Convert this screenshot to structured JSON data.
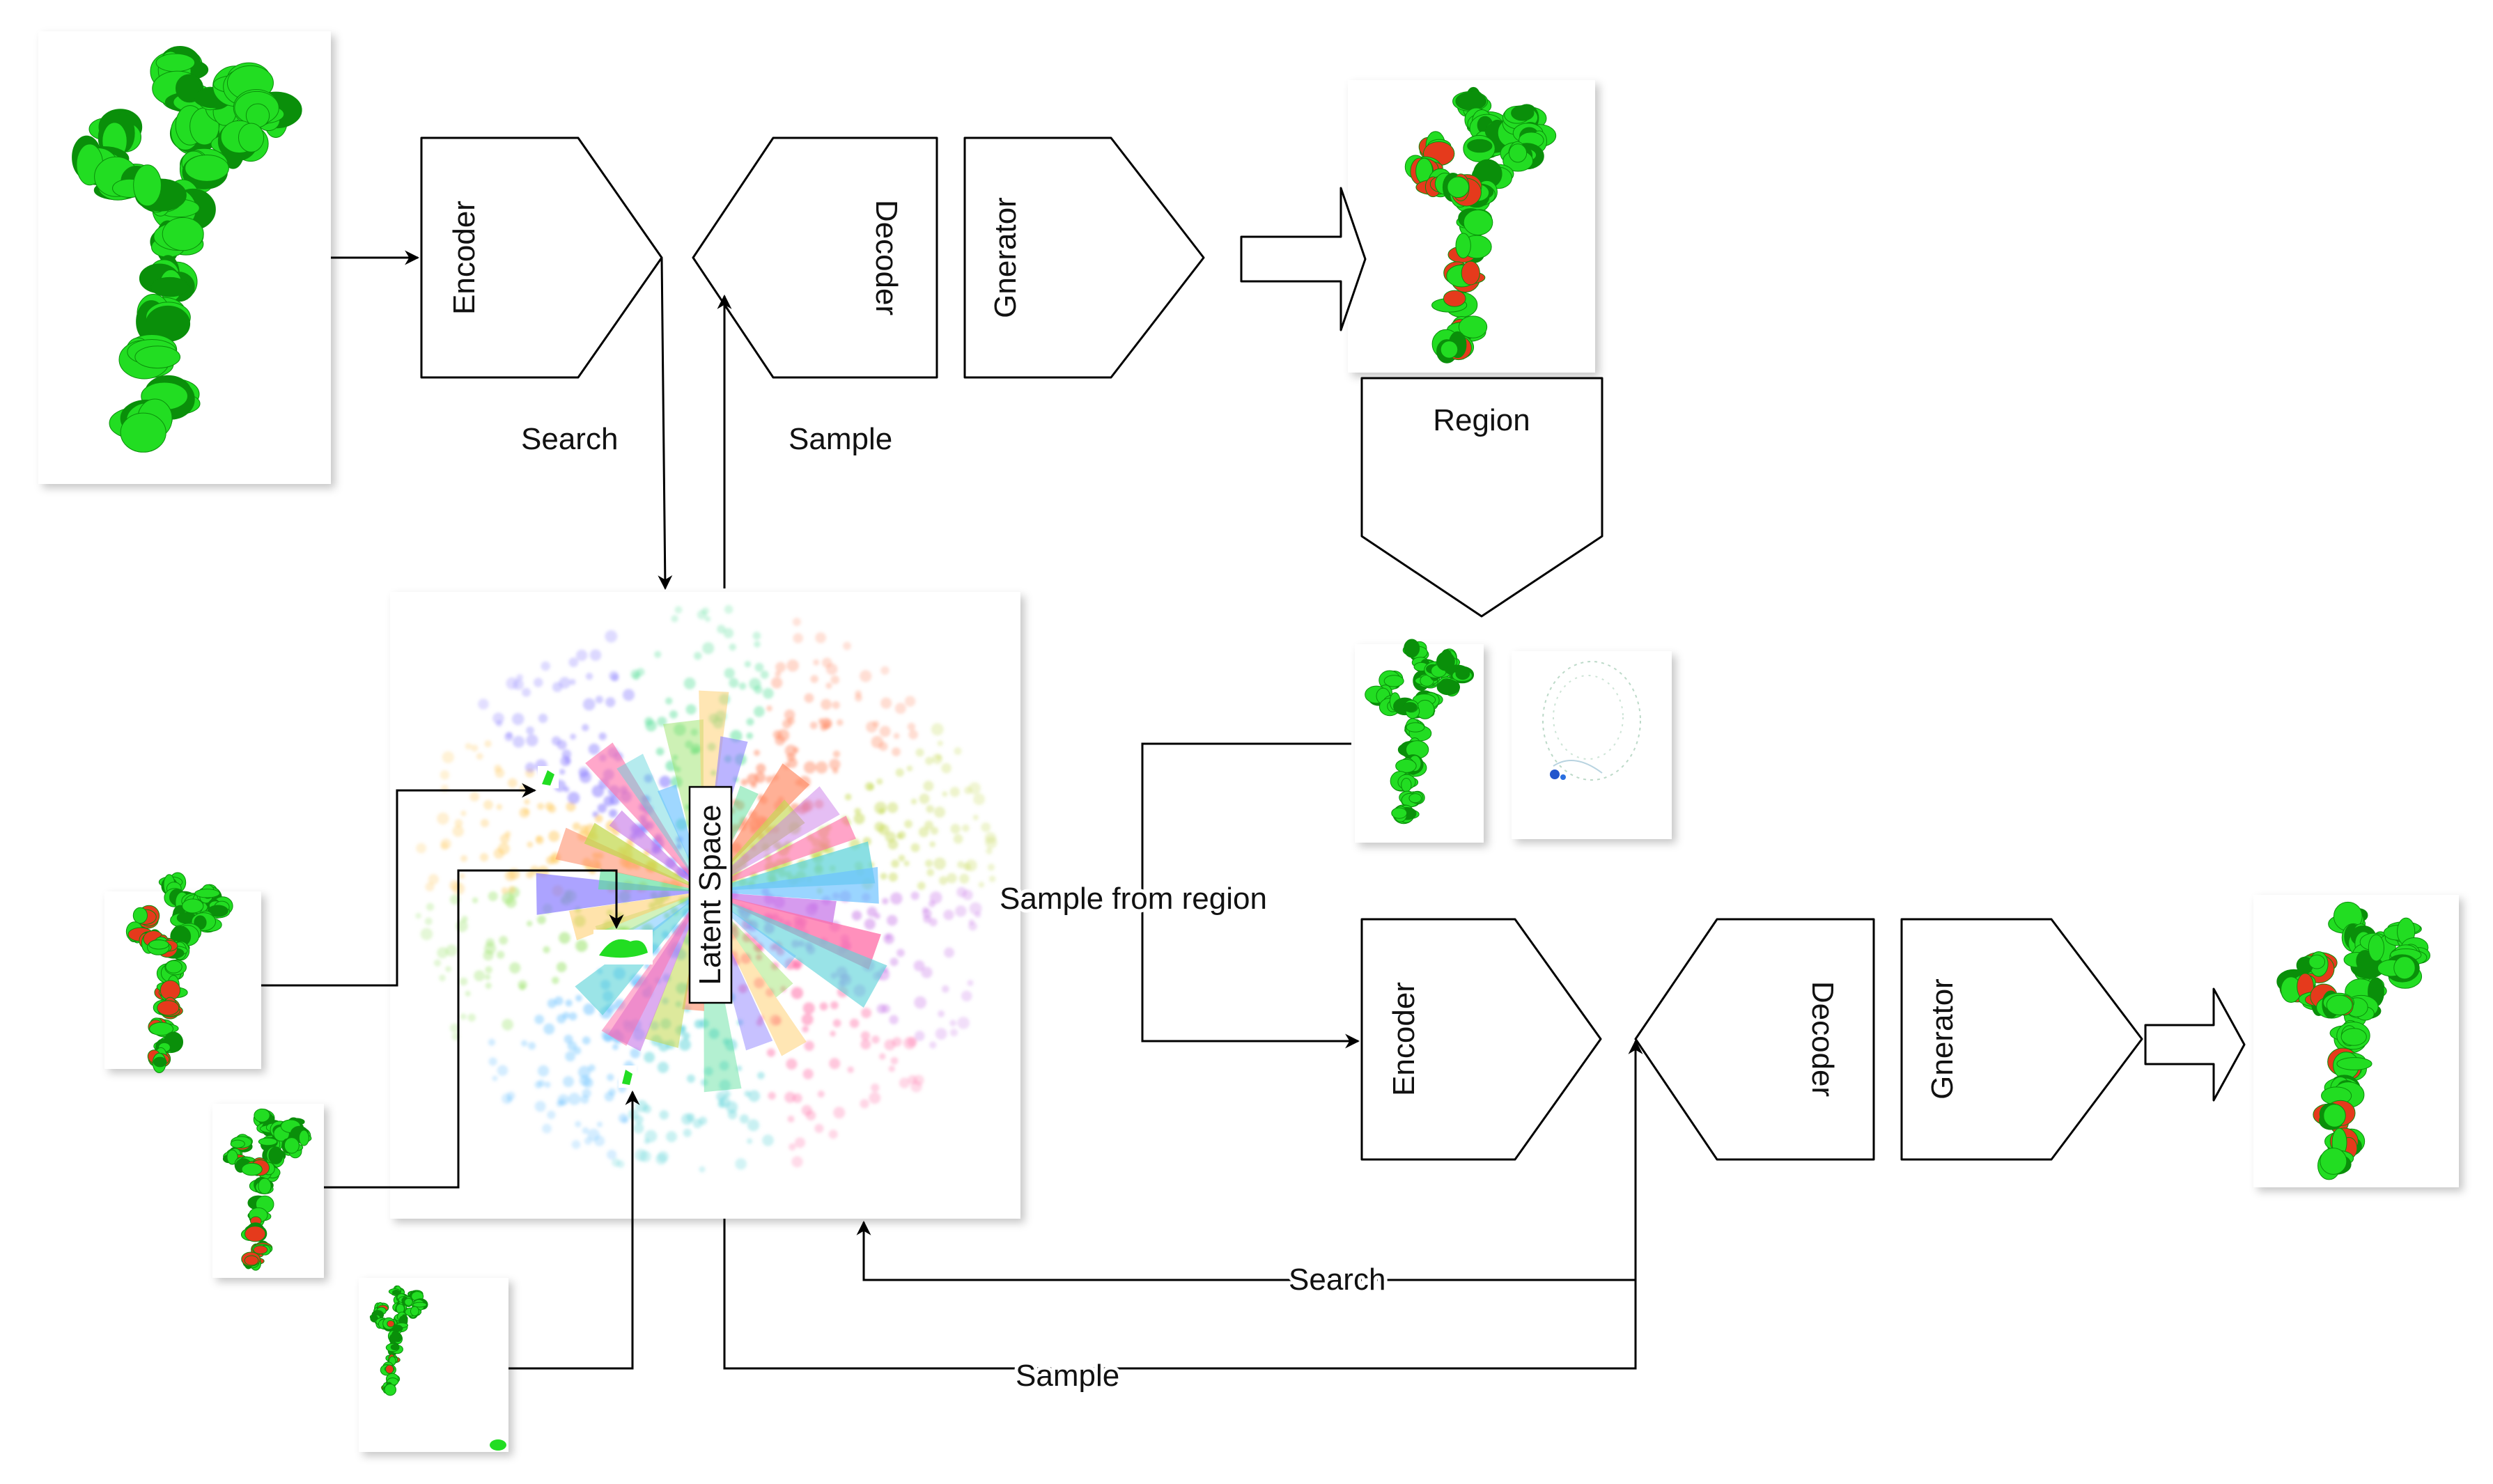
{
  "blocks": {
    "top_encoder": "Encoder",
    "top_decoder": "Decoder",
    "top_generator": "Gnerator",
    "region": "Region",
    "bottom_encoder": "Encoder",
    "bottom_decoder": "Decoder",
    "bottom_generator": "Gnerator",
    "latent_space": "Latent Space"
  },
  "edges": {
    "search_top": "Search",
    "sample_top": "Sample",
    "sample_from_region": "Sample from region",
    "search_bottom": "Search",
    "sample_bottom": "Sample"
  },
  "colors": {
    "protein_green": "#22dd22",
    "protein_dark": "#0a8f0a",
    "highlight_red": "#e53a1c",
    "latent_palette": [
      "#c97be8",
      "#ff6fa8",
      "#5ed3d9",
      "#6cc2ff",
      "#9be36b",
      "#ffcc66",
      "#8a7dff",
      "#5adf9a",
      "#ff8f6b",
      "#c3d84e"
    ]
  }
}
